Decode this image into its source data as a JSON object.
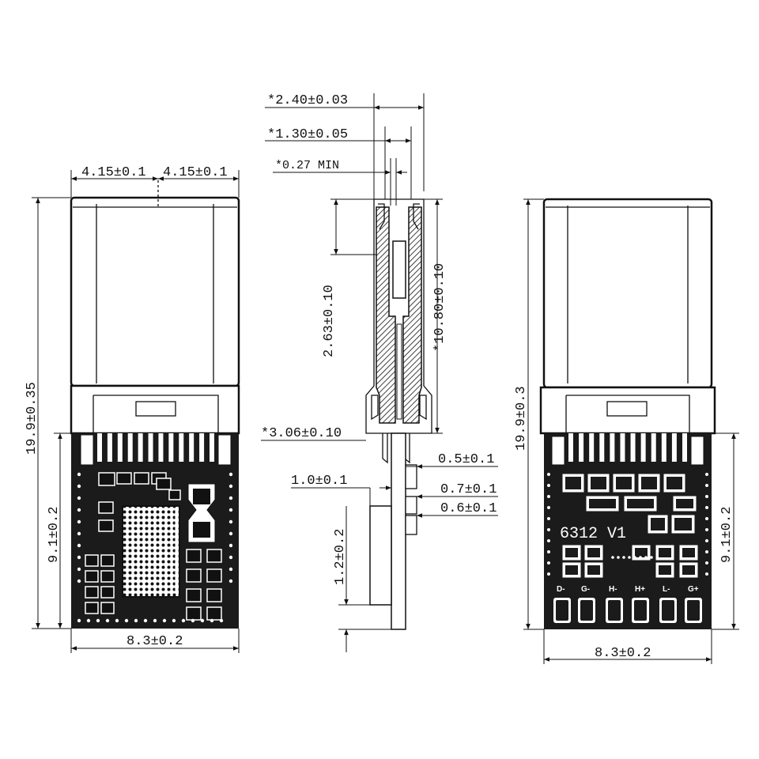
{
  "dimensions": {
    "left_width_half_a": "4.15±0.1",
    "left_width_half_b": "4.15±0.1",
    "left_total_height": "19.9±0.35",
    "left_pcb_height": "9.1±0.2",
    "left_bottom_width": "8.3±0.2",
    "side_width_outer": "*2.40±0.03",
    "side_width_inner": "*1.30±0.05",
    "side_min_gap": "*0.27 MIN",
    "side_upper_height": "2.63±0.10",
    "side_body_height": "*10.80±0.10",
    "side_base_width": "*3.06±0.10",
    "side_pcb_thickness": "1.0±0.1",
    "side_pin_a": "0.5±0.1",
    "side_pin_b": "0.7±0.1",
    "side_pin_c": "0.6±0.1",
    "side_lower_height": "1.2±0.2",
    "right_total_height": "19.9±0.3",
    "right_pcb_height": "9.1±0.2",
    "right_bottom_width": "8.3±0.2"
  },
  "board_marking": "6312 V1",
  "pad_labels": [
    "D-",
    "G-",
    "H-",
    "H+",
    "L-",
    "G+"
  ],
  "colors": {
    "line": "#111111",
    "pcb": "#1b1b1b",
    "background": "#ffffff"
  }
}
